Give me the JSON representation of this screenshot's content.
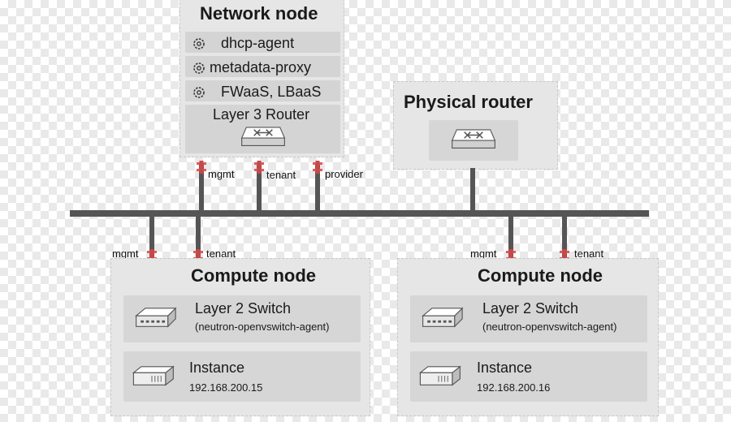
{
  "network_node": {
    "title": "Network node",
    "services": [
      {
        "label": "dhcp-agent",
        "icon": "gear-icon"
      },
      {
        "label": "metadata-proxy",
        "icon": "gear-icon"
      },
      {
        "label": "FWaaS, LBaaS",
        "icon": "gear-icon"
      }
    ],
    "router": {
      "label": "Layer 3 Router",
      "icon": "router-icon"
    },
    "ports": [
      "mgmt",
      "tenant",
      "provider"
    ]
  },
  "physical_router": {
    "title": "Physical router",
    "icon": "router-icon"
  },
  "compute_nodes": [
    {
      "title": "Compute node",
      "ports": [
        "mgmt",
        "tenant"
      ],
      "switch": {
        "label": "Layer 2 Switch",
        "sublabel": "(neutron-openvswitch-agent)",
        "icon": "switch-icon"
      },
      "instance": {
        "label": "Instance",
        "ip": "192.168.200.15",
        "icon": "server-icon"
      }
    },
    {
      "title": "Compute node",
      "ports": [
        "mgmt",
        "tenant"
      ],
      "switch": {
        "label": "Layer 2 Switch",
        "sublabel": "(neutron-openvswitch-agent)",
        "icon": "switch-icon"
      },
      "instance": {
        "label": "Instance",
        "ip": "192.168.200.16",
        "icon": "server-icon"
      }
    }
  ],
  "colors": {
    "node_bg": "#e6e6e6",
    "panel_bg": "#d6d6d6",
    "bus": "#555555",
    "port": "#e05a5a"
  }
}
